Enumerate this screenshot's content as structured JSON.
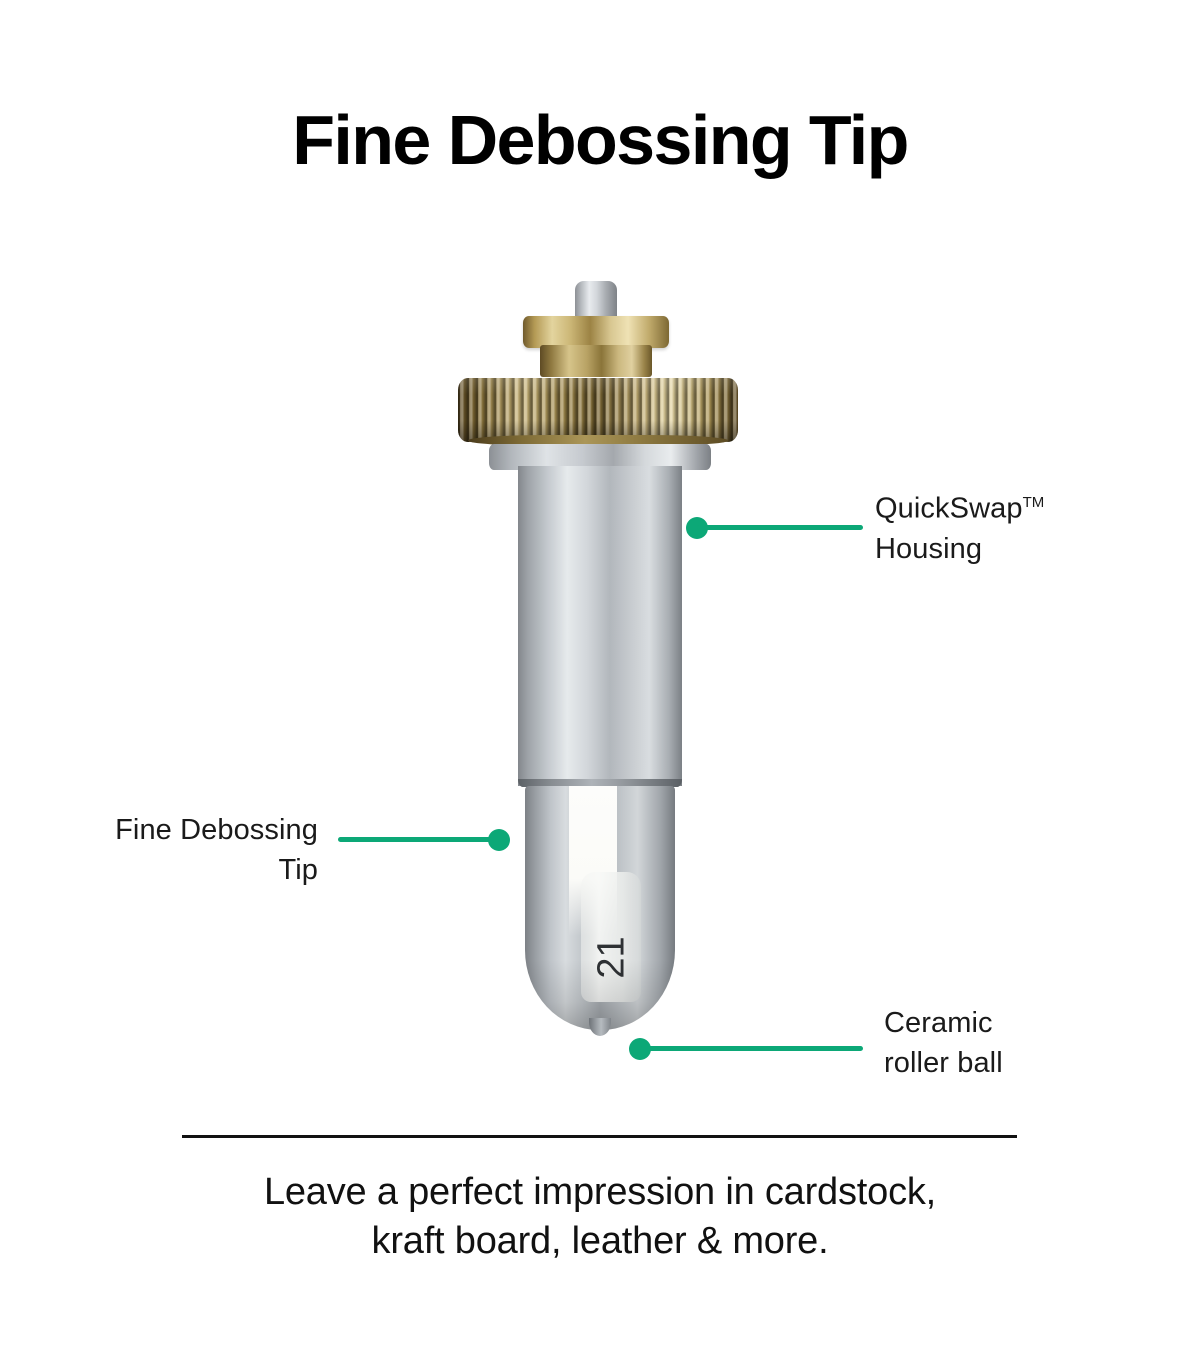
{
  "page": {
    "title": "Fine Debossing Tip",
    "background_color": "#ffffff",
    "accent_color": "#0ca877",
    "text_color": "#111111"
  },
  "product": {
    "name": "Fine Debossing Tip",
    "size_marking": "21",
    "materials": {
      "collar": "knurled brass",
      "housing": "brushed silver aluminum",
      "ball": "ceramic"
    }
  },
  "callouts": [
    {
      "id": "quickswap-housing",
      "line1": "QuickSwap",
      "trademark": "TM",
      "line2": "Housing",
      "side": "right"
    },
    {
      "id": "fine-debossing-tip",
      "line1": "Fine Debossing",
      "line2": "Tip",
      "side": "left"
    },
    {
      "id": "ceramic-roller-ball",
      "line1": "Ceramic",
      "line2": "roller ball",
      "side": "right"
    }
  ],
  "footer": {
    "caption_line1": "Leave a perfect impression in cardstock,",
    "caption_line2": "kraft board, leather & more."
  }
}
